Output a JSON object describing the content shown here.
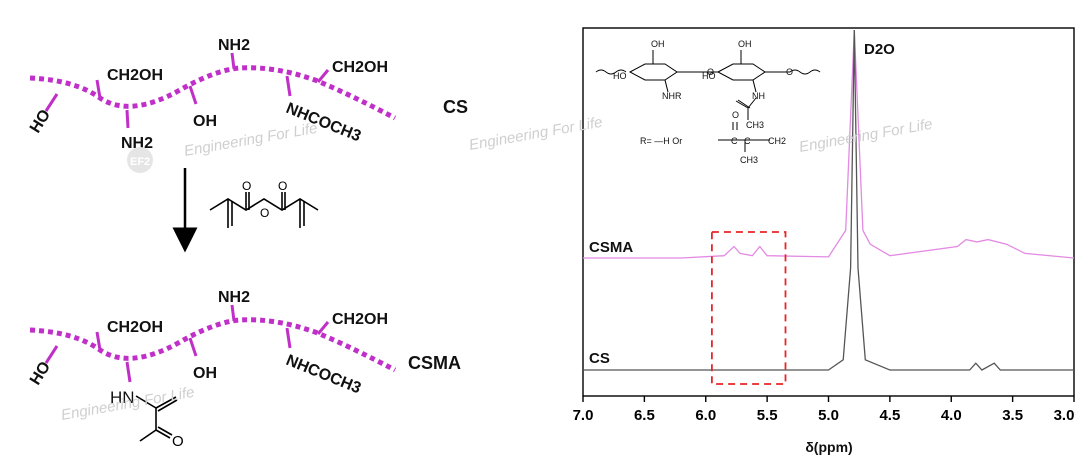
{
  "scheme": {
    "cs_label": "CS",
    "csma_label": "CSMA",
    "group_ch2oh_left": "CH2OH",
    "group_ch2oh_right": "CH2OH",
    "group_nh2_top": "NH2",
    "group_ho": "HO",
    "group_nh2_bottom": "NH2",
    "group_oh": "OH",
    "group_nhcoch3": "NHCOCH3",
    "group_hn": "HN",
    "watermark": "Engineering For Life",
    "watermark_logo": "EF2"
  },
  "spectrum": {
    "solvent_label": "D2O",
    "trace_csma": "CSMA",
    "trace_cs": "CS",
    "structure_r_label": "R= —H  Or",
    "structure_labels": [
      "OH",
      "OH",
      "HO",
      "HO",
      "NHR",
      "NH",
      "O",
      "O",
      "CH3",
      "O",
      "C",
      "C",
      "CH2",
      "CH3"
    ],
    "colors": {
      "cs_trace": "#555555",
      "csma_trace": "#e38ae3",
      "highlight_box": "#e8262a",
      "chain": "#c030c8"
    }
  },
  "chart_data": {
    "type": "line",
    "xlabel": "δ(ppm)",
    "ylabel": "",
    "xlim": [
      7.0,
      3.0
    ],
    "x_reversed": true,
    "x_ticks": [
      7.0,
      6.5,
      6.0,
      5.5,
      5.0,
      4.5,
      4.0,
      3.5,
      3.0
    ],
    "x_tick_labels": [
      "7.0",
      "6.5",
      "6.0",
      "5.5",
      "5.0",
      "4.5",
      "4.0",
      "3.5",
      "3.0"
    ],
    "grid": false,
    "series": [
      {
        "name": "CSMA",
        "x": [
          7.0,
          6.2,
          5.85,
          5.77,
          5.72,
          5.62,
          5.56,
          5.5,
          5.0,
          4.86,
          4.79,
          4.72,
          4.66,
          4.5,
          3.95,
          3.88,
          3.79,
          3.7,
          3.55,
          3.4,
          3.0
        ],
        "y": [
          0.0,
          0.0,
          0.01,
          0.05,
          0.02,
          0.01,
          0.05,
          0.01,
          0.005,
          0.12,
          1.0,
          0.12,
          0.06,
          0.01,
          0.05,
          0.08,
          0.07,
          0.08,
          0.06,
          0.02,
          0.0
        ]
      },
      {
        "name": "CS",
        "x": [
          7.0,
          5.0,
          4.88,
          4.82,
          4.79,
          4.76,
          4.7,
          4.5,
          3.85,
          3.8,
          3.75,
          3.65,
          3.6,
          3.4,
          3.0
        ],
        "y": [
          0.0,
          0.0,
          0.03,
          0.3,
          1.0,
          0.3,
          0.03,
          0.0,
          0.0,
          0.02,
          0.0,
          0.02,
          0.0,
          0.0,
          0.0
        ]
      }
    ],
    "annotations": [
      "D2O"
    ],
    "highlight_region_ppm": [
      5.35,
      5.95
    ]
  }
}
